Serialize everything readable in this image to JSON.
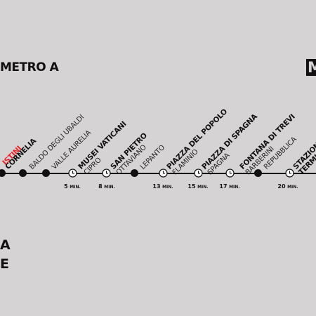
{
  "header": {
    "title": "METRO A",
    "logo_text": "M"
  },
  "stations": [
    {
      "kind": "stop",
      "name": "ISTINI",
      "style": "red"
    },
    {
      "kind": "stop",
      "name": "CORNELIA",
      "style": "bold"
    },
    {
      "kind": "stop",
      "name": "BALDO DEGLI UBALDI",
      "style": "light"
    },
    {
      "kind": "stop",
      "name": "VALLE AURELIA",
      "style": "light"
    },
    {
      "kind": "clock",
      "name": "MUSEI VATICANI",
      "sub": "CIPRO",
      "time": "5",
      "unit": "MIN."
    },
    {
      "kind": "clock",
      "name": "SAN PIETRO",
      "sub": "OTTAVIANO",
      "time": "8",
      "unit": "MIN."
    },
    {
      "kind": "stop",
      "name": "LEPANTO",
      "style": "light"
    },
    {
      "kind": "clock",
      "name": "PIAZZA DEL POPOLO",
      "sub": "FLAMINIO",
      "time": "13",
      "unit": "MIN."
    },
    {
      "kind": "clock",
      "name": "PIAZZA DI SPAGNA",
      "sub": "SPAGNA",
      "time": "15",
      "unit": "MIN."
    },
    {
      "kind": "clock",
      "name": "",
      "sub": "",
      "time": "17",
      "unit": "MIN."
    },
    {
      "kind": "stop",
      "name": "FONTANA DI TREVI",
      "sub": "BARBERINI",
      "style": "boldsub"
    },
    {
      "kind": "stop",
      "name": "REPUBBLICA",
      "style": "light"
    },
    {
      "kind": "clock",
      "name": "STAZIONE",
      "sub": "TERMI",
      "time": "20",
      "unit": "MIN."
    }
  ],
  "footer": {
    "line1": "A",
    "line2": "E"
  }
}
